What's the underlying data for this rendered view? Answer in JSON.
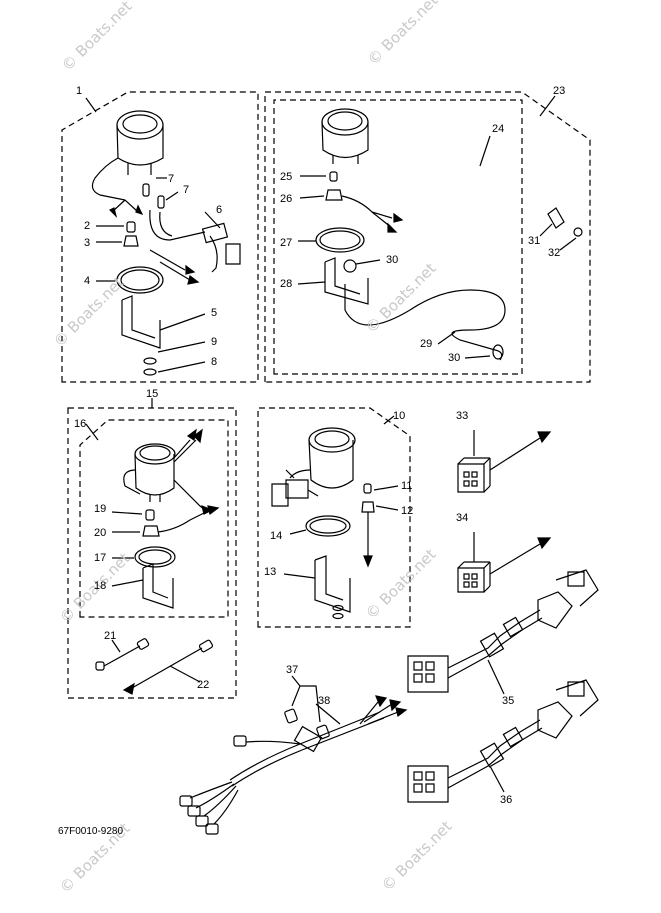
{
  "diagram_code": "67F0010-9280",
  "watermark": "© Boats.net",
  "callouts": {
    "n1": "1",
    "n2": "2",
    "n3": "3",
    "n4": "4",
    "n5": "5",
    "n6": "6",
    "n7a": "7",
    "n7b": "7",
    "n8": "8",
    "n9": "9",
    "n10": "10",
    "n11": "11",
    "n12": "12",
    "n13": "13",
    "n14": "14",
    "n15": "15",
    "n16": "16",
    "n17": "17",
    "n18": "18",
    "n19": "19",
    "n20": "20",
    "n21": "21",
    "n22": "22",
    "n23": "23",
    "n24": "24",
    "n25": "25",
    "n26": "26",
    "n27": "27",
    "n28": "28",
    "n29": "29",
    "n30a": "30",
    "n30b": "30",
    "n31": "31",
    "n32": "32",
    "n33": "33",
    "n34": "34",
    "n35": "35",
    "n36": "36",
    "n37": "37",
    "n38": "38"
  }
}
